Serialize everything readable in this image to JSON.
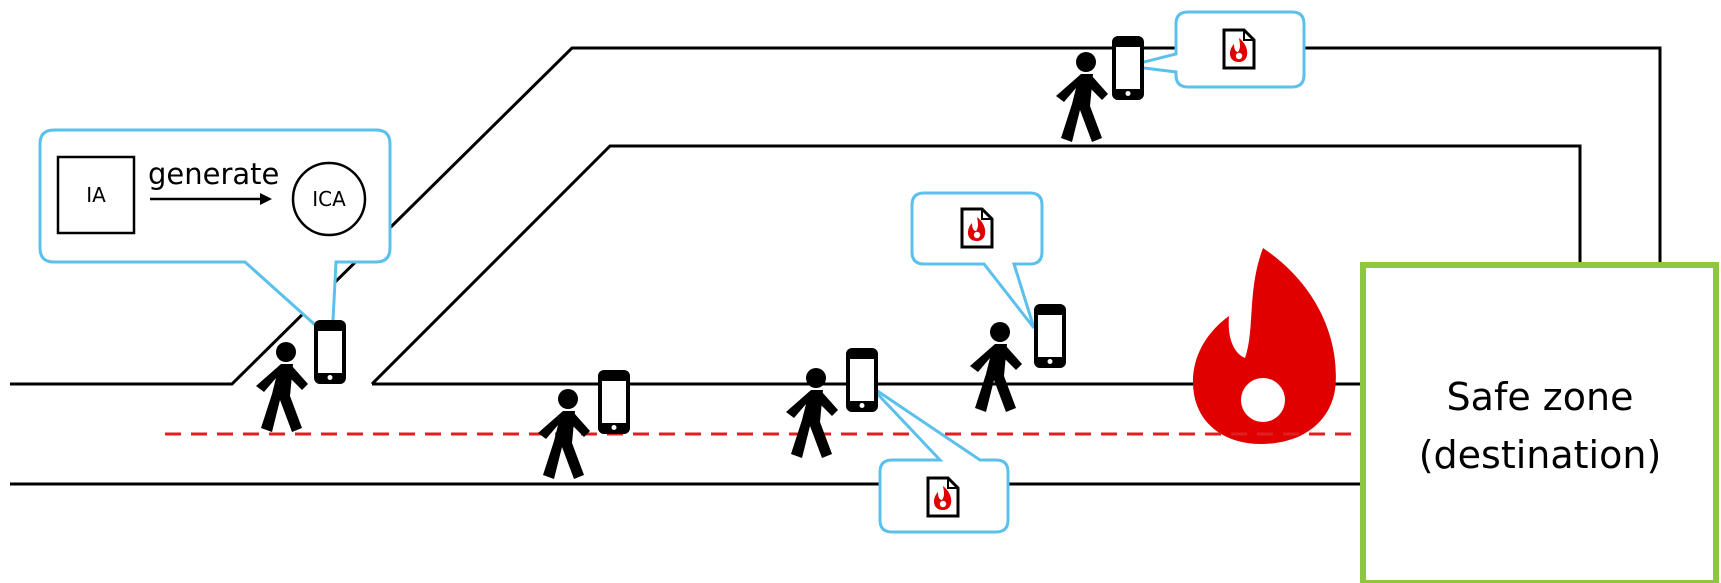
{
  "callout": {
    "box_label": "IA",
    "verb": "generate",
    "circle_label": "ICA"
  },
  "safe_zone": {
    "line1": "Safe zone",
    "line2": "(destination)"
  },
  "colors": {
    "callout_border": "#5bc0eb",
    "fire": "#e00000",
    "route": "#e02020",
    "safe_zone_border": "#8dc63f",
    "ink": "#000000"
  },
  "icons": [
    "pedestrian-icon",
    "smartphone-icon",
    "fire-icon",
    "fire-document-icon"
  ]
}
